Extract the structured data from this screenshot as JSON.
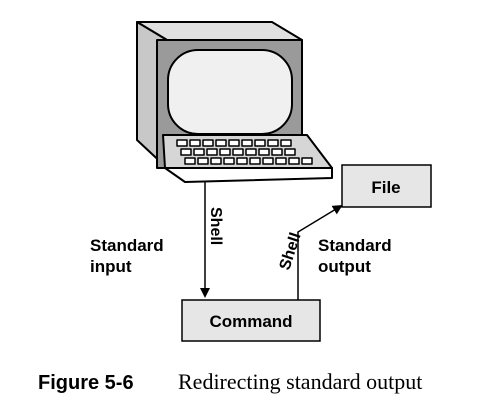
{
  "diagram": {
    "nodes": {
      "file": "File",
      "command": "Command"
    },
    "labels": {
      "standard_input_line1": "Standard",
      "standard_input_line2": "input",
      "standard_output_line1": "Standard",
      "standard_output_line2": "output",
      "shell_down": "Shell",
      "shell_up": "Shell"
    },
    "icons": {
      "terminal": "computer-terminal-icon"
    },
    "colors": {
      "box_fill": "#e6e6e6",
      "outline": "#000000",
      "screen": "#f0f0f0",
      "bezel": "#9a9a9a"
    }
  },
  "caption": {
    "number": "Figure 5-6",
    "text": "Redirecting standard output"
  }
}
